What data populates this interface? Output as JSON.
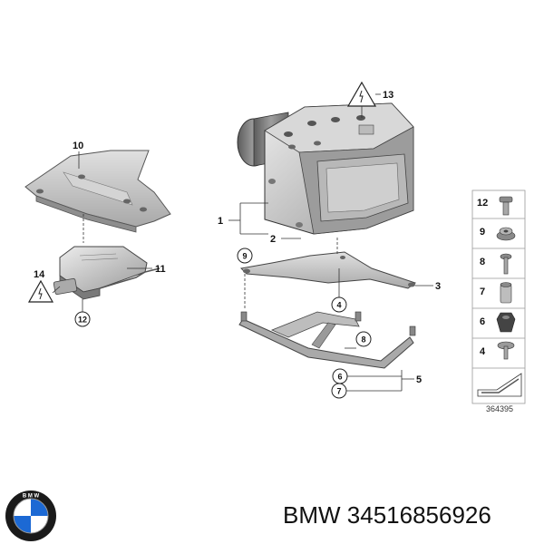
{
  "callouts": {
    "c1": "1",
    "c2": "2",
    "c3": "3",
    "c4": "4",
    "c5": "5",
    "c6": "6",
    "c7": "7",
    "c8": "8",
    "c9": "9",
    "c10": "10",
    "c11": "11",
    "c12": "12",
    "c13": "13",
    "c14": "14"
  },
  "legend": {
    "items": [
      "12",
      "9",
      "8",
      "7",
      "6",
      "4"
    ]
  },
  "ref_number": "364395",
  "footer": {
    "brand": "BMW",
    "part_number": "34516856926",
    "logo_icon": "bmw-roundel-icon"
  },
  "colors": {
    "part_light": "#e6e6e6",
    "part_mid": "#c4c4c4",
    "part_dark": "#8a8a8a",
    "line": "#333333",
    "bmw_blue": "#1c69d4"
  }
}
